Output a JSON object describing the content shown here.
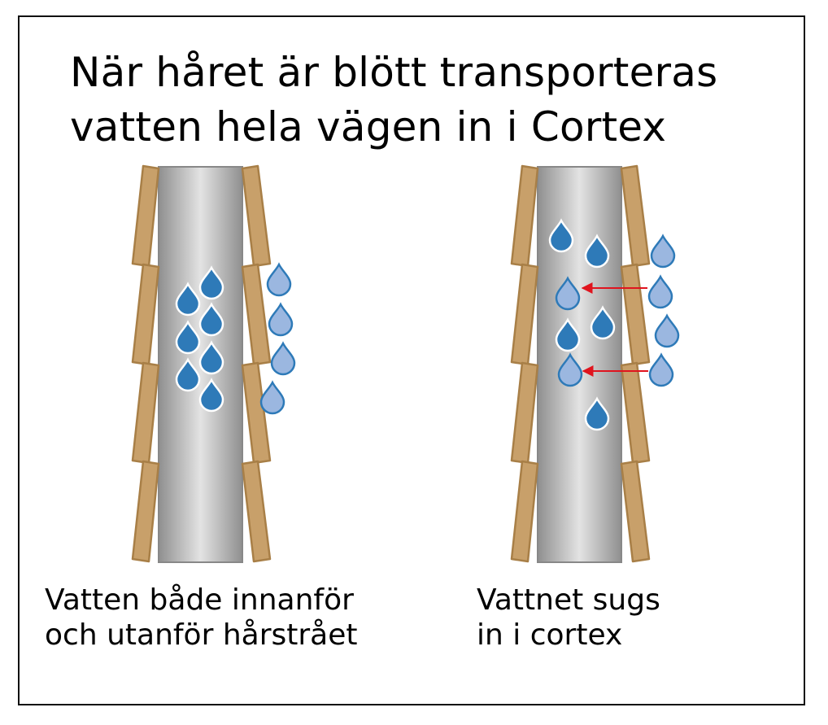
{
  "title": {
    "line1": "När håret är blött transporteras",
    "line2": "vatten hela vägen in i Cortex"
  },
  "captions": {
    "left": {
      "line1": "Vatten både innanför",
      "line2": "och utanför hårstrået"
    },
    "right": {
      "line1": "Vattnet sugs",
      "line2": "in i cortex"
    }
  },
  "colors": {
    "cuticle_fill": "#c8a06a",
    "cuticle_stroke": "#a87f47",
    "cortex_edge": "#8f8f8f",
    "cortex_light": "#e3e3e3",
    "drop_inside": "#2e7ab8",
    "drop_outside": "#9bb7e0",
    "drop_stroke": "#ffffff",
    "arrow": "#e0141e",
    "frame": "#111111"
  }
}
